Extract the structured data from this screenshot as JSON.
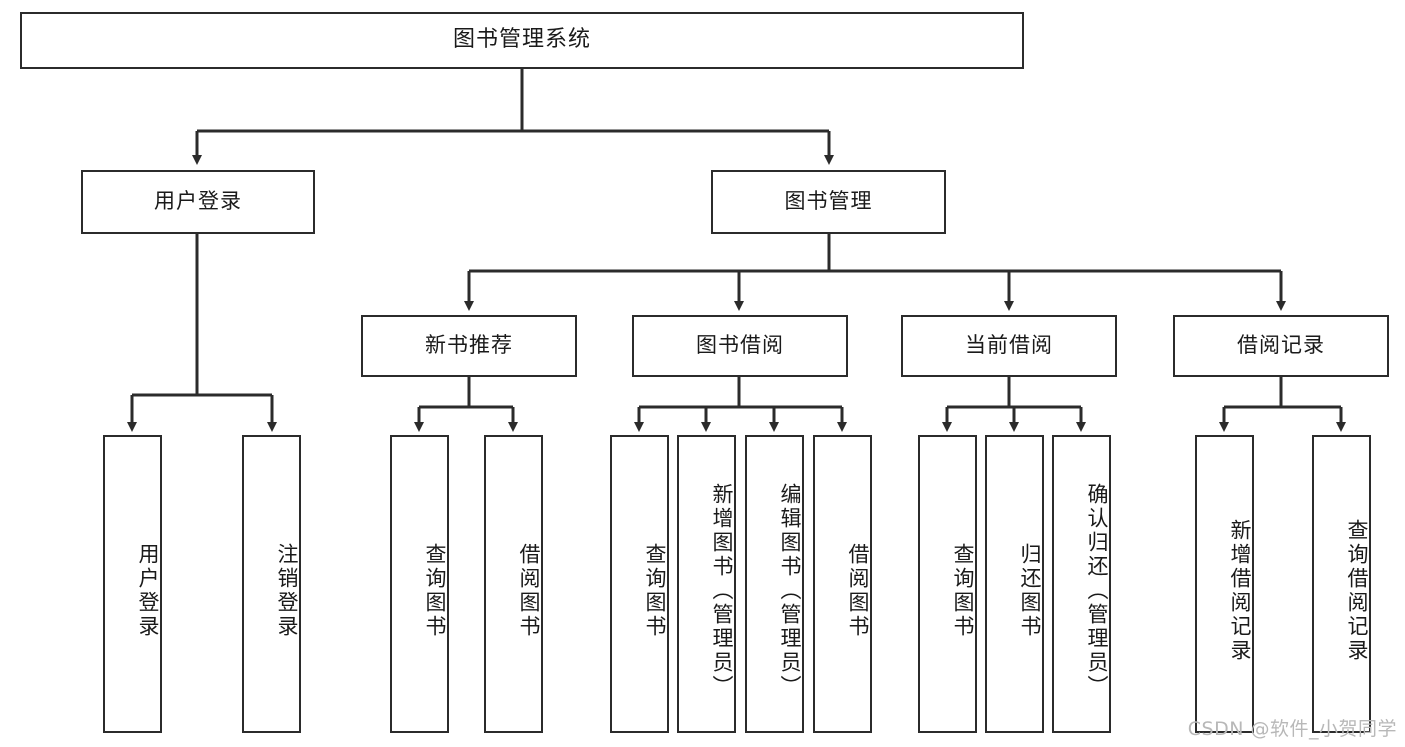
{
  "diagram": {
    "title": "图书管理系统",
    "watermark": "CSDN @软件_小贺同学",
    "line_color": "#2b2b2b",
    "box_fill": "#ffffff",
    "text_color": "#1a1a1a",
    "root": {
      "label": "图书管理系统"
    },
    "level2": [
      {
        "label": "用户登录"
      },
      {
        "label": "图书管理"
      }
    ],
    "level3": [
      {
        "label": "新书推荐"
      },
      {
        "label": "图书借阅"
      },
      {
        "label": "当前借阅"
      },
      {
        "label": "借阅记录"
      }
    ],
    "leaves": [
      {
        "label": "用户登录",
        "parent": "用户登录"
      },
      {
        "label": "注销登录",
        "parent": "用户登录"
      },
      {
        "label": "查询图书",
        "parent": "新书推荐"
      },
      {
        "label": "借阅图书",
        "parent": "新书推荐"
      },
      {
        "label": "查询图书",
        "parent": "图书借阅"
      },
      {
        "label": "新增图书（管理员）",
        "parent": "图书借阅"
      },
      {
        "label": "编辑图书（管理员）",
        "parent": "图书借阅"
      },
      {
        "label": "借阅图书",
        "parent": "图书借阅"
      },
      {
        "label": "查询图书",
        "parent": "当前借阅"
      },
      {
        "label": "归还图书",
        "parent": "当前借阅"
      },
      {
        "label": "确认归还（管理员）",
        "parent": "当前借阅"
      },
      {
        "label": "新增借阅记录",
        "parent": "借阅记录"
      },
      {
        "label": "查询借阅记录",
        "parent": "借阅记录"
      }
    ]
  }
}
